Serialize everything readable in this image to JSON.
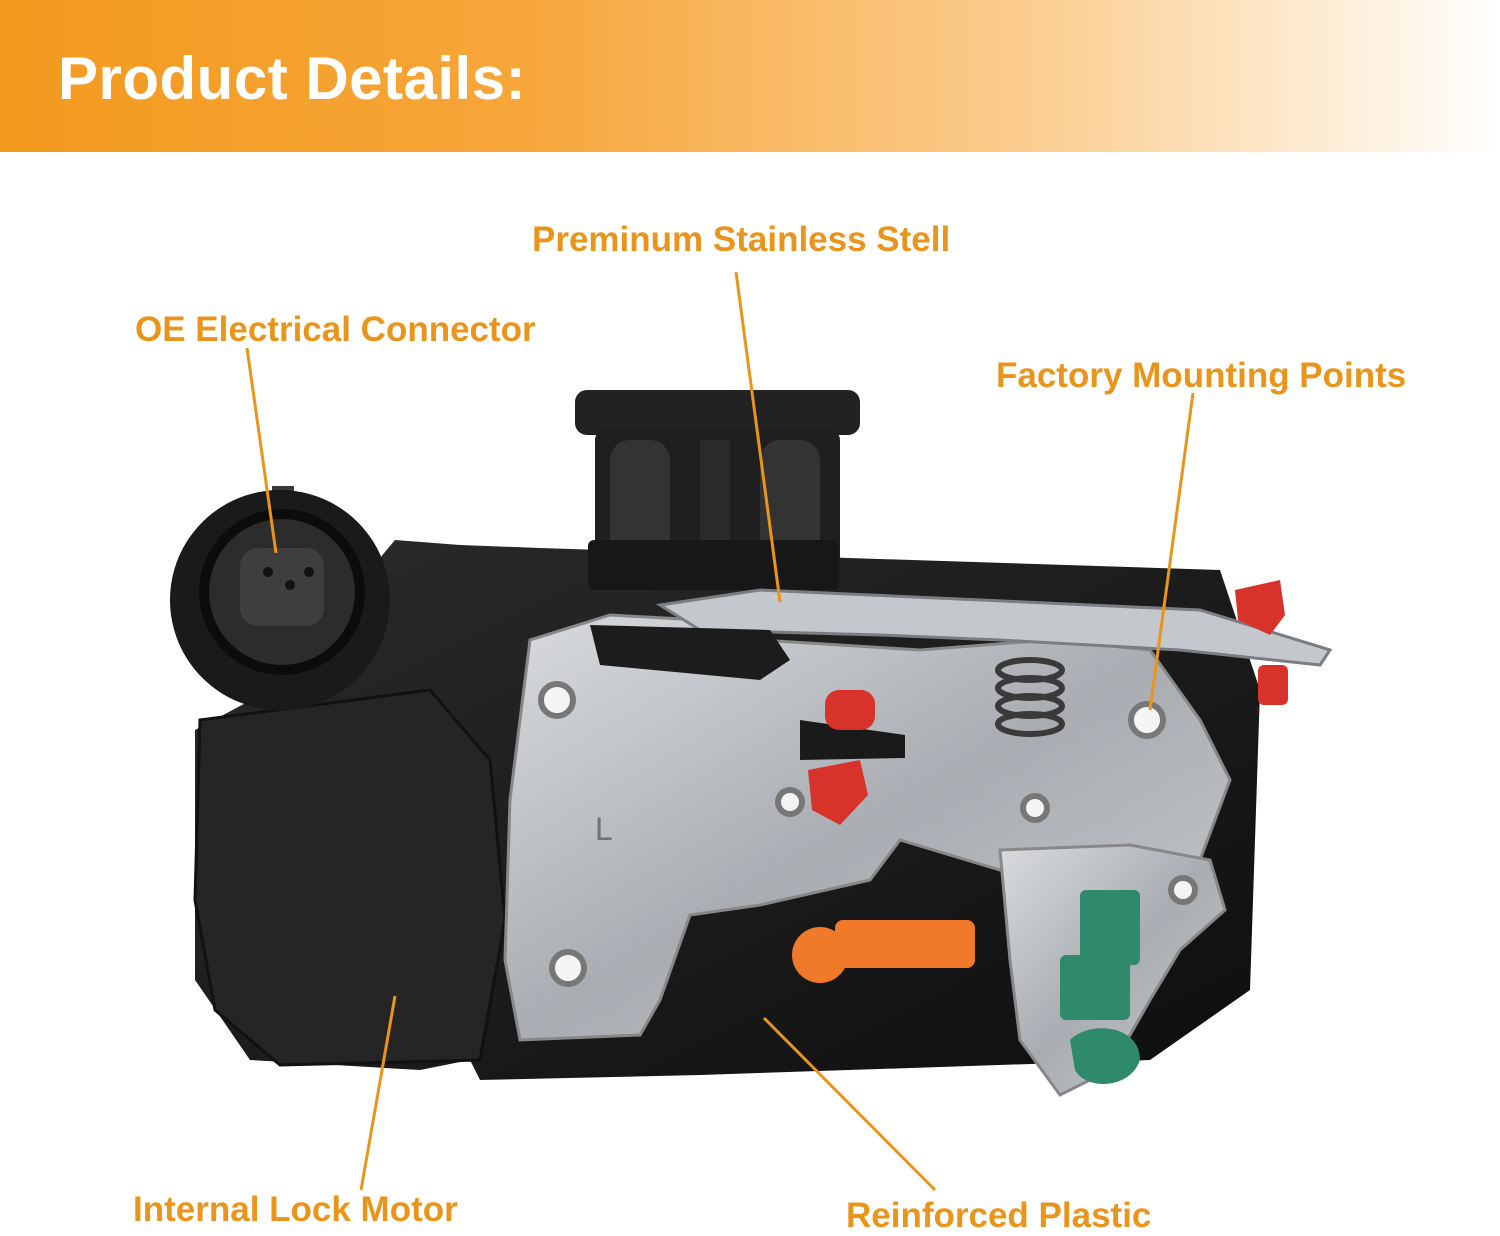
{
  "header": {
    "title": "Product Details:"
  },
  "callouts": {
    "stainless": "Preminum Stainless Stell",
    "connector": "OE Electrical Connector",
    "mounting": "Factory Mounting Points",
    "motor": "Internal Lock Motor",
    "plastic": "Reinforced Plastic"
  },
  "product": {
    "embossed_mark": "L"
  },
  "colors": {
    "accent": "#e9951c",
    "banner_start": "#f39a1e",
    "housing": "#1c1c1c",
    "steel": "#b9bcc0",
    "clip_red": "#d8332a",
    "clip_orange": "#f07a2a",
    "clip_green": "#2f8a6c"
  }
}
